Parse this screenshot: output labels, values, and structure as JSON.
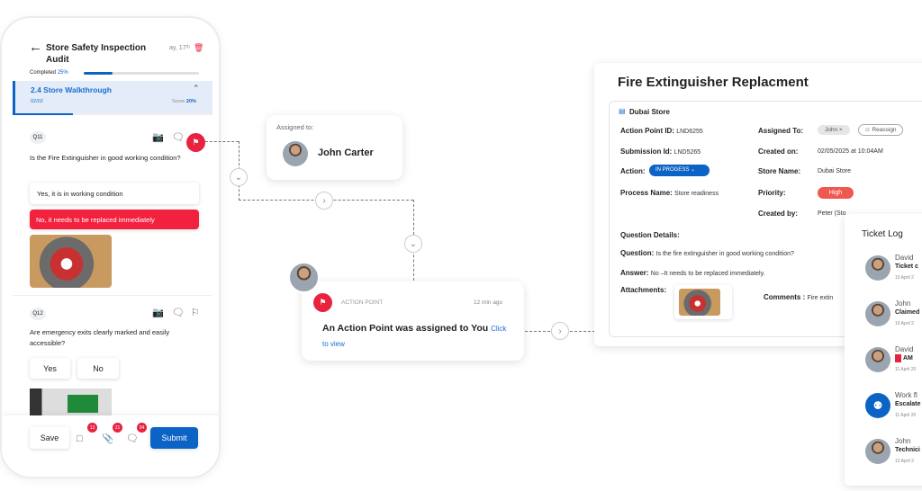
{
  "phone": {
    "title_line1": "Store Safety Inspection",
    "title_line2": "Audit",
    "date": "ay, 17ᵗʰ",
    "completed_label": "Completed",
    "completed_value": "25%",
    "completed_fraction": 0.25,
    "section": {
      "title": "2.4 Store Walkthrough",
      "count": "02/02",
      "score_label": "Score",
      "score_value": "20%",
      "progress_fraction": 0.3
    },
    "q11": {
      "badge": "Q11",
      "text": "Is the Fire Extinguisher in good working condition?",
      "option_yes": "Yes, it is in working condition",
      "option_no": "No, it needs to be replaced immediately"
    },
    "q12": {
      "badge": "Q12",
      "text": "Are emergency exits clearly marked and easily accessible?",
      "yes": "Yes",
      "no": "No"
    },
    "footer": {
      "save": "Save",
      "questions_count": "13",
      "attachments_count": "21",
      "comments_count": "04",
      "submit": "Submit"
    }
  },
  "assigned": {
    "label": "Assigned to:",
    "name": "John Carter"
  },
  "notification": {
    "category": "ACTION POINT",
    "time": "12 min ago",
    "message": "An Action Point was assigned to You",
    "link": "Click to view"
  },
  "detail": {
    "title": "Fire Extinguisher Replacment",
    "store": "Dubai Store",
    "action_point_id_label": "Action Point ID:",
    "action_point_id": "LND6255",
    "submission_id_label": "Submission Id:",
    "submission_id": "LND5265",
    "action_label": "Action:",
    "action_status": "IN PROGESS",
    "process_label": "Process Name:",
    "process_name": "Store readiness",
    "assigned_to_label": "Assigned To:",
    "assigned_to": "John ×",
    "reassign": "Reassign",
    "created_on_label": "Created on:",
    "created_on": "02/05/2025 at 10:04AM",
    "store_name_label": "Store Name:",
    "store_name": "Dubai Store",
    "priority_label": "Priority:",
    "priority": "High",
    "created_by_label": "Created by:",
    "created_by": "Peter (Sto",
    "question_details": "Question Details:",
    "question_label": "Question:",
    "question": "Is the fire extinguisher in good working condition?",
    "answer_label": "Answer:",
    "answer": "No –It needs to be replaced immediately.",
    "attachments_label": "Attachments:",
    "comments_label": "Comments :",
    "comments": "Fire extin"
  },
  "ticket_log": {
    "title": "Ticket Log",
    "entries": [
      {
        "name": "David",
        "action": "Ticket c",
        "date": "10 April 2"
      },
      {
        "name": "John",
        "action": "Claimed",
        "date": "10 April 2"
      },
      {
        "name": "David",
        "action": "AM",
        "date": "11 April 20"
      },
      {
        "name": "Work fl",
        "action": "Escalate",
        "date": "11 April 20"
      },
      {
        "name": "John",
        "action": "Technici",
        "date": "12 April 2"
      }
    ]
  },
  "colors": {
    "primary": "#0b63c5",
    "danger": "#e8223f",
    "priority": "#f0574f"
  }
}
